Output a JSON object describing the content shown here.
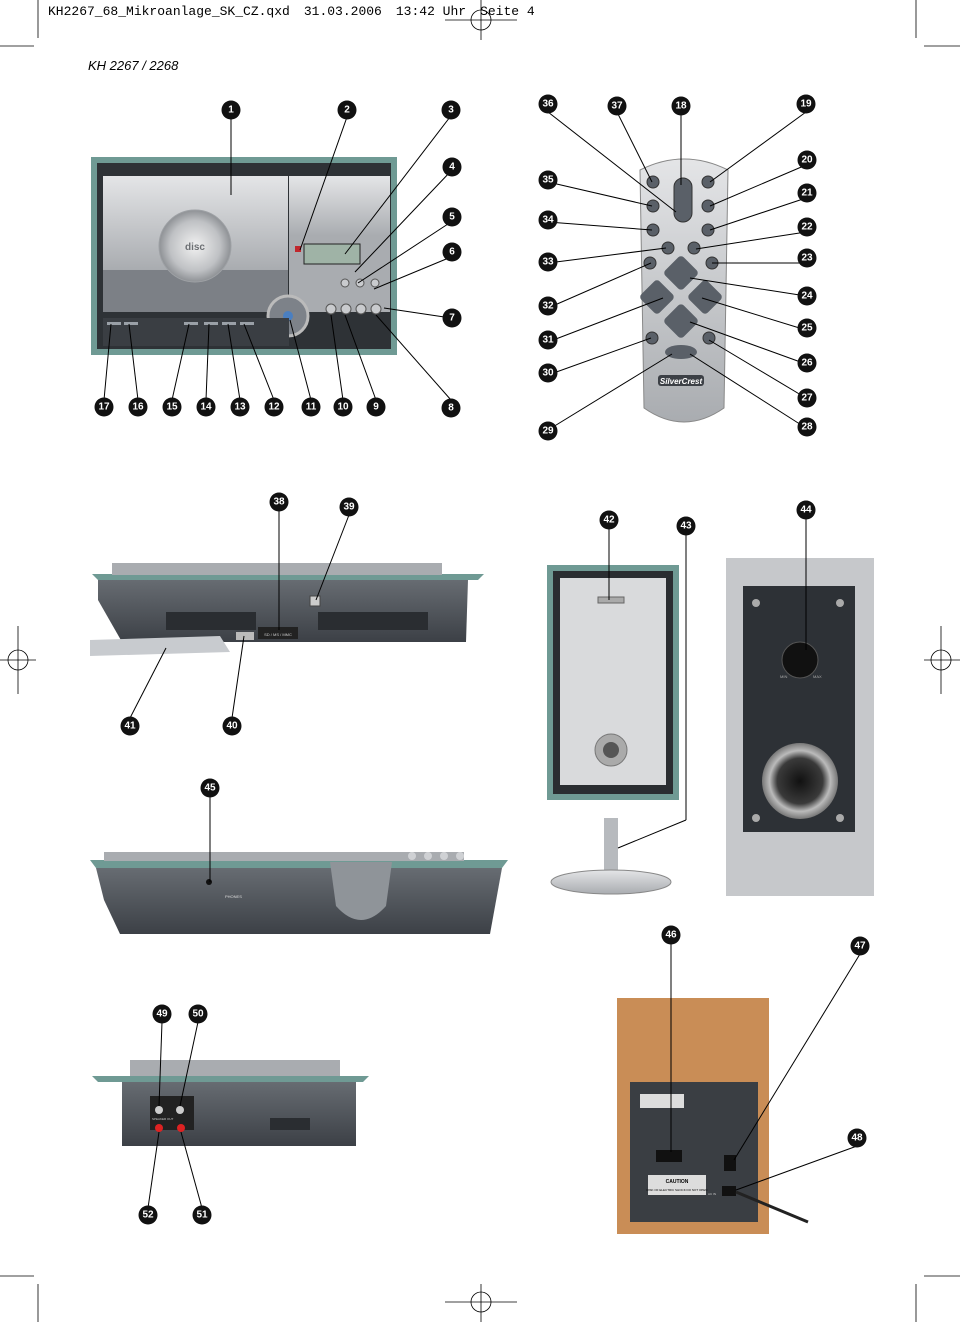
{
  "header": {
    "file": "KH2267_68_Mikroanlage_SK_CZ.qxd",
    "date": "31.03.2006",
    "time": "13:42 Uhr",
    "page": "Seite 4"
  },
  "model_title": "KH 2267 / 2268",
  "devices": {
    "cd_logo": "disc",
    "remote_brand": "SilverCrest",
    "usb_label": "SD / MS / MMC",
    "caution_title": "CAUTION",
    "caution_text": "RISK OF ELECTRIC SHOCK DO NOT OPEN",
    "sub_knob_left": "MIN",
    "sub_knob_right": "MAX",
    "front_phones": "PHONES",
    "back_speaker_label": "SPEAKER OUT",
    "back_power_label": "AC IN"
  },
  "callouts": [
    {
      "id": "1",
      "label": "1"
    },
    {
      "id": "2",
      "label": "2"
    },
    {
      "id": "3",
      "label": "3"
    },
    {
      "id": "4",
      "label": "4"
    },
    {
      "id": "5",
      "label": "5"
    },
    {
      "id": "6",
      "label": "6"
    },
    {
      "id": "7",
      "label": "7"
    },
    {
      "id": "8",
      "label": "8"
    },
    {
      "id": "9",
      "label": "9"
    },
    {
      "id": "10",
      "label": "10"
    },
    {
      "id": "11",
      "label": "11"
    },
    {
      "id": "12",
      "label": "12"
    },
    {
      "id": "13",
      "label": "13"
    },
    {
      "id": "14",
      "label": "14"
    },
    {
      "id": "15",
      "label": "15"
    },
    {
      "id": "16",
      "label": "16"
    },
    {
      "id": "17",
      "label": "17"
    },
    {
      "id": "18",
      "label": "18"
    },
    {
      "id": "19",
      "label": "19"
    },
    {
      "id": "20",
      "label": "20"
    },
    {
      "id": "21",
      "label": "21"
    },
    {
      "id": "22",
      "label": "22"
    },
    {
      "id": "23",
      "label": "23"
    },
    {
      "id": "24",
      "label": "24"
    },
    {
      "id": "25",
      "label": "25"
    },
    {
      "id": "26",
      "label": "26"
    },
    {
      "id": "27",
      "label": "27"
    },
    {
      "id": "28",
      "label": "28"
    },
    {
      "id": "29",
      "label": "29"
    },
    {
      "id": "30",
      "label": "30"
    },
    {
      "id": "31",
      "label": "31"
    },
    {
      "id": "32",
      "label": "32"
    },
    {
      "id": "33",
      "label": "33"
    },
    {
      "id": "34",
      "label": "34"
    },
    {
      "id": "35",
      "label": "35"
    },
    {
      "id": "36",
      "label": "36"
    },
    {
      "id": "37",
      "label": "37"
    },
    {
      "id": "38",
      "label": "38"
    },
    {
      "id": "39",
      "label": "39"
    },
    {
      "id": "40",
      "label": "40"
    },
    {
      "id": "41",
      "label": "41"
    },
    {
      "id": "42",
      "label": "42"
    },
    {
      "id": "43",
      "label": "43"
    },
    {
      "id": "44",
      "label": "44"
    },
    {
      "id": "45",
      "label": "45"
    },
    {
      "id": "46",
      "label": "46"
    },
    {
      "id": "47",
      "label": "47"
    },
    {
      "id": "48",
      "label": "48"
    },
    {
      "id": "49",
      "label": "49"
    },
    {
      "id": "50",
      "label": "50"
    },
    {
      "id": "51",
      "label": "51"
    },
    {
      "id": "52",
      "label": "52"
    }
  ],
  "colors": {
    "callout": "#111111",
    "glass": "#5e8c86",
    "body_dark": "#4a4f55",
    "silver": "#c7c9cc",
    "wood": "#c98d56"
  }
}
